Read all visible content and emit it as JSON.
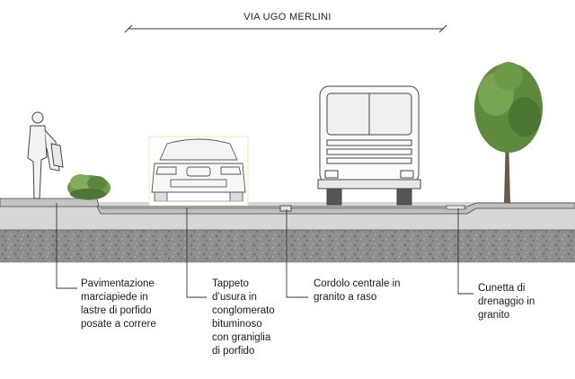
{
  "street_name": "VIA UGO MERLINI",
  "callouts": [
    {
      "id": "sidewalk",
      "lines": [
        "Pavimentazione",
        "marciapiede in",
        "lastre di porfido",
        "posate a correre"
      ]
    },
    {
      "id": "asphalt",
      "lines": [
        "Tappeto",
        "d’usura in",
        "conglomerato",
        "bituminoso",
        "con graniglia",
        "di porfido"
      ]
    },
    {
      "id": "curb",
      "lines": [
        "Cordolo centrale in",
        "granito a raso"
      ]
    },
    {
      "id": "gutter",
      "lines": [
        "Cunetta di",
        "drenaggio in",
        "granito"
      ]
    }
  ],
  "colors": {
    "ground": "#8f8f8f",
    "road_surface": "#d8d8d8",
    "line": "#333333",
    "tree": "#5f8a3e",
    "shrub": "#6e9a4a"
  },
  "icons": [
    "pedestrian-icon",
    "shrub-icon",
    "car-icon",
    "bus-icon",
    "tree-icon"
  ]
}
